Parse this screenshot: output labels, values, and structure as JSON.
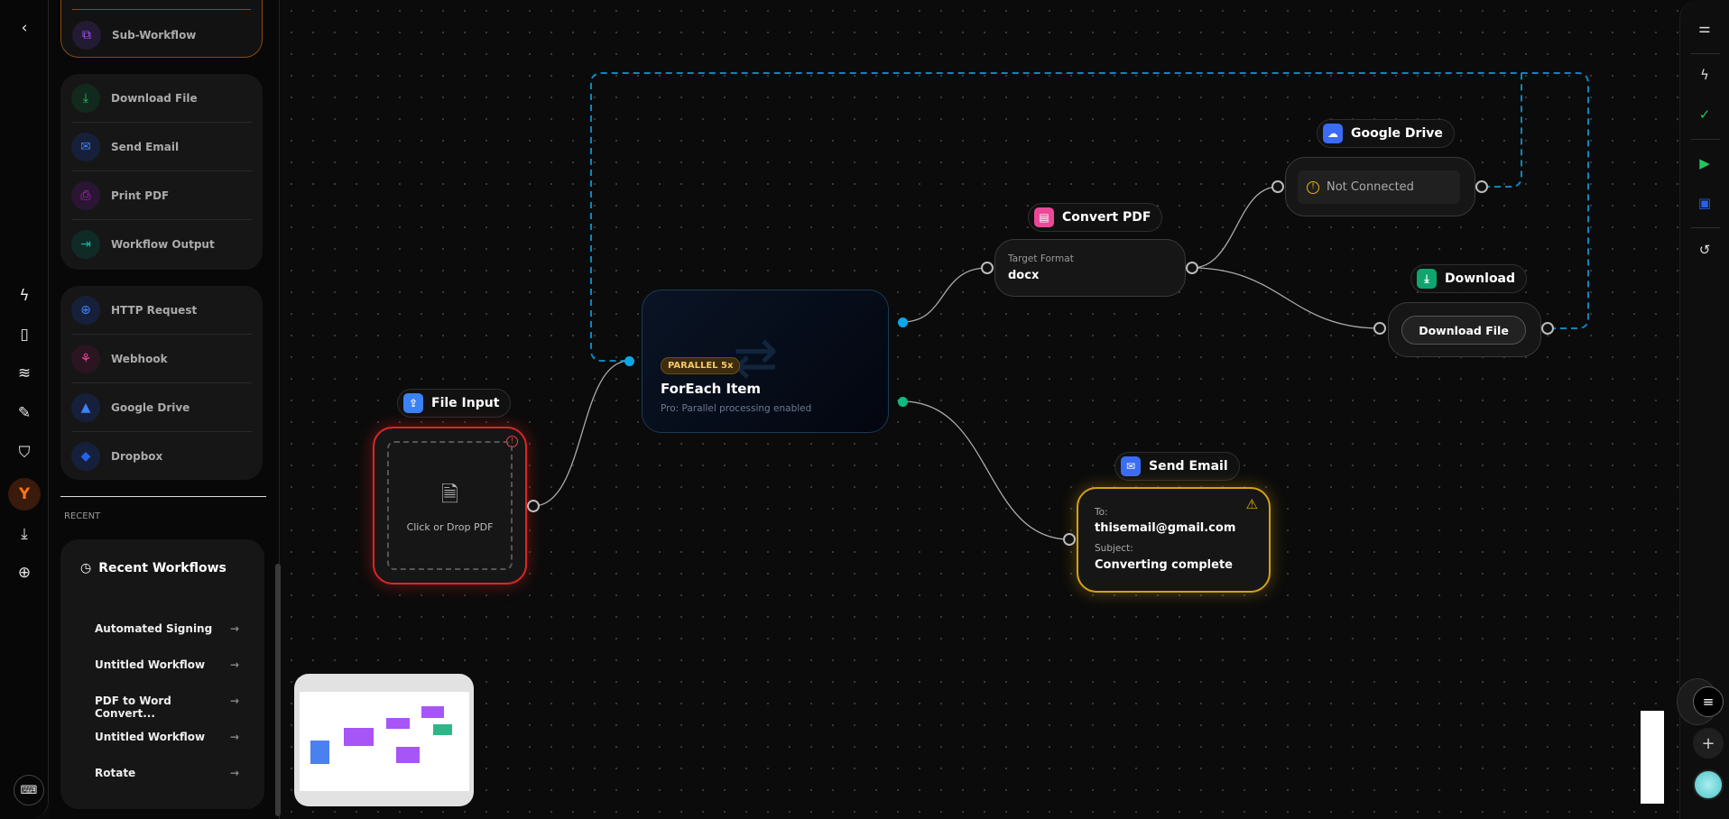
{
  "left_rail": {
    "icons": [
      "chevron-left-icon",
      "lightning-icon",
      "file-upload-icon",
      "layers-icon",
      "pen-tool-icon",
      "shield-icon",
      "workflow-icon",
      "download-icon",
      "globe-icon",
      "keyboard-icon"
    ]
  },
  "panel": {
    "group1": [
      {
        "label": "Sub-Workflow",
        "icon": "sub-workflow-icon",
        "color": "#a855f7"
      }
    ],
    "group2": [
      {
        "label": "Download File",
        "icon": "download-icon",
        "color": "#22c55e"
      },
      {
        "label": "Send Email",
        "icon": "mail-icon",
        "color": "#3b82f6"
      },
      {
        "label": "Print PDF",
        "icon": "printer-icon",
        "color": "#c026d3"
      },
      {
        "label": "Workflow Output",
        "icon": "output-icon",
        "color": "#14b8a6"
      }
    ],
    "group3": [
      {
        "label": "HTTP Request",
        "icon": "globe-icon",
        "color": "#3b82f6"
      },
      {
        "label": "Webhook",
        "icon": "webhook-icon",
        "color": "#ec4899"
      },
      {
        "label": "Google Drive",
        "icon": "google-drive-icon",
        "color": "#3b82f6"
      },
      {
        "label": "Dropbox",
        "icon": "dropbox-icon",
        "color": "#2563eb"
      }
    ],
    "recent_label": "RECENT",
    "recent_title": "Recent Workflows",
    "recent": [
      "Automated Signing",
      "Untitled Workflow",
      "PDF to Word Convert...",
      "Untitled Workflow",
      "Rotate"
    ]
  },
  "nodes": {
    "file_input": {
      "label": "File Input",
      "drop_text": "Click or Drop PDF"
    },
    "foreach": {
      "badge": "PARALLEL 5x",
      "title": "ForEach Item",
      "subtitle": "Pro: Parallel processing enabled"
    },
    "convert": {
      "label": "Convert PDF",
      "field_label": "Target Format",
      "field_value": "docx"
    },
    "gdrive": {
      "label": "Google Drive",
      "status": "Not Connected"
    },
    "download": {
      "label": "Download",
      "button": "Download File"
    },
    "email": {
      "label": "Send Email",
      "to_label": "To:",
      "to": "thisemail@gmail.com",
      "subject_label": "Subject:",
      "subject": "Converting complete"
    }
  },
  "colors": {
    "accent_orange": "#f97316",
    "error": "#ef4444",
    "warning": "#eab308",
    "edge_dashed": "#0ea5e9"
  }
}
